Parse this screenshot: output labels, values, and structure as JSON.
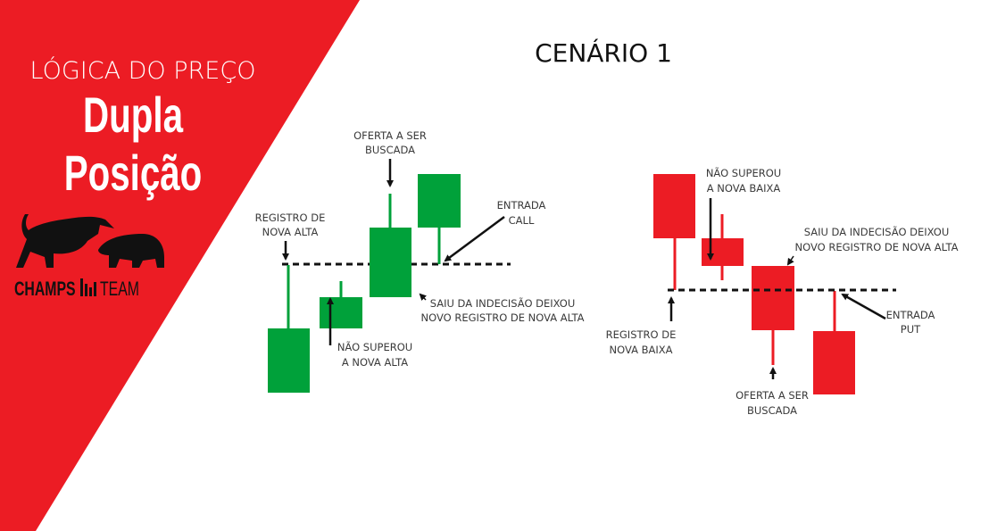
{
  "header": {
    "subtitle": "LÓGICA DO PREÇO",
    "title_line1": "Dupla",
    "title_line2": "Posição",
    "scenario": "CENÁRIO 1"
  },
  "logo": {
    "brand": "CHAMPS",
    "team": "TEAM"
  },
  "colors": {
    "red": "#ec1c24",
    "green": "#00a13a",
    "black": "#111111"
  },
  "call_scenario": {
    "registro": [
      "REGISTRO DE",
      "NOVA ALTA"
    ],
    "oferta": [
      "OFERTA A SER",
      "BUSCADA"
    ],
    "entrada": [
      "ENTRADA",
      "CALL"
    ],
    "saiu": [
      "SAIU DA INDECISÃO DEIXOU",
      "NOVO REGISTRO DE NOVA ALTA"
    ],
    "nao_superou": [
      "NÃO SUPEROU",
      "A NOVA ALTA"
    ]
  },
  "put_scenario": {
    "nao_superou": [
      "NÃO SUPEROU",
      "A NOVA BAIXA"
    ],
    "saiu": [
      "SAIU DA INDECISÃO DEIXOU",
      "NOVO REGISTRO DE NOVA ALTA"
    ],
    "registro": [
      "REGISTRO DE",
      "NOVA BAIXA"
    ],
    "oferta": [
      "OFERTA A SER",
      "BUSCADA"
    ],
    "entrada": [
      "ENTRADA",
      "PUT"
    ]
  }
}
